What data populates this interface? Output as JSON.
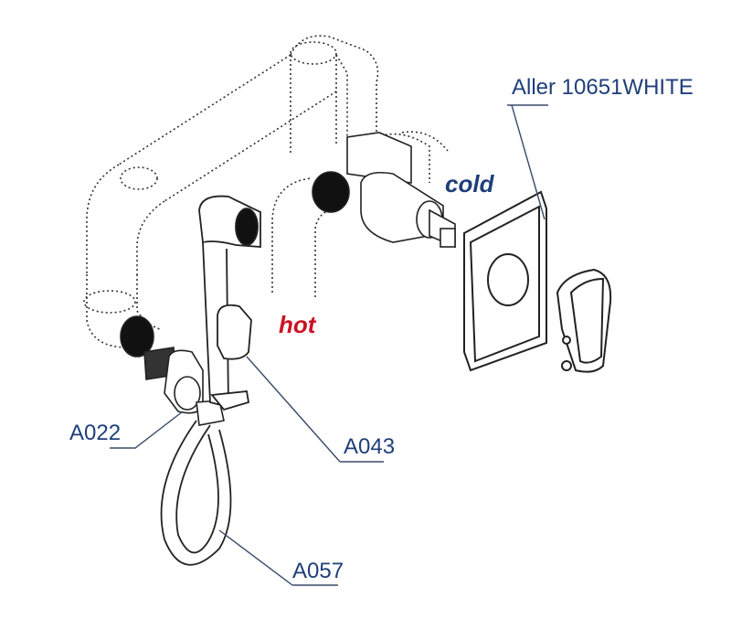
{
  "labels": {
    "model": "Aller 10651WHITE",
    "cold": "cold",
    "hot": "hot",
    "part_a022": "A022",
    "part_a043": "A043",
    "part_a057": "A057"
  },
  "colors": {
    "label_text": "#1f3f7a",
    "hot": "#cc1122",
    "cold": "#1f3f7a",
    "line": "#222222",
    "leader": "#3a4a6a"
  }
}
